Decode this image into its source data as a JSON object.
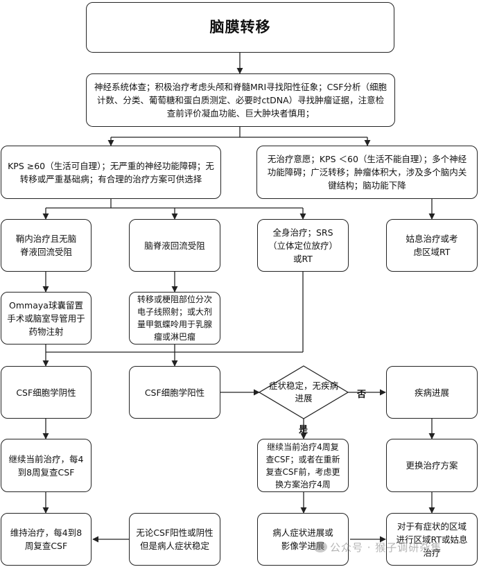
{
  "title": "脑膜转移",
  "nodes": {
    "assess": "神经系统体查；积极治疗考虑头颅和脊髓MRI寻找阳性征象；CSF分析（细胞计数、分类、葡萄糖和蛋白质测定、必要时ctDNA）寻找肿瘤证据，注意检查前评价凝血功能、巨大肿块者慎用；",
    "good": "KPS ≥60（生活可自理）；无严重的神经功能障碍；无转移或严重基础病；有合理的治疗方案可供选择",
    "poor": "无治疗意愿；KPS ＜60（生活不能自理）；多个神经功能障碍；广泛转移；肿瘤体积大，涉及多个脑内关键结构；脑功能下降",
    "intrathecal_ok": "鞘内治疗且无脑脊液回流受阻",
    "csf_blocked": "脑脊液回流受阻",
    "systemic": "全身治疗；SRS（立体定位放疗）或RT",
    "palliative": "姑息治疗或考虑区域RT",
    "ommaya": "Ommaya球囊留置手术或脑室导管用于药物注射",
    "focal_rt": "转移或梗阻部位分次电子线照射；或大剂量甲氨蝶呤用于乳腺瘤或淋巴瘤",
    "csf_neg": "CSF细胞学阴性",
    "csf_pos": "CSF细胞学阳性",
    "decision": "症状稳定，无疾病进展",
    "progression": "疾病进展",
    "continue8": "继续当前治疗，每4到8周复查CSF",
    "continue4": "继续当前治疗4周复查CSF；或者在重新复查CSF前，考虑更换方案治疗4周",
    "change": "更换治疗方案",
    "maintain": "维持治疗，每4到8周复查CSF",
    "stable_any": "无论CSF阳性或阴性但是病人症状稳定",
    "pt_progress": "病人症状进展或影像学进展",
    "symptomatic": "对于有症状的区域进行区域RT或姑息治疗"
  },
  "labels": {
    "yes": "是",
    "no": "否"
  },
  "watermark": "公众号 · 猴子调研杂集",
  "colors": {
    "line": "#222222",
    "background": "#ffffff"
  }
}
